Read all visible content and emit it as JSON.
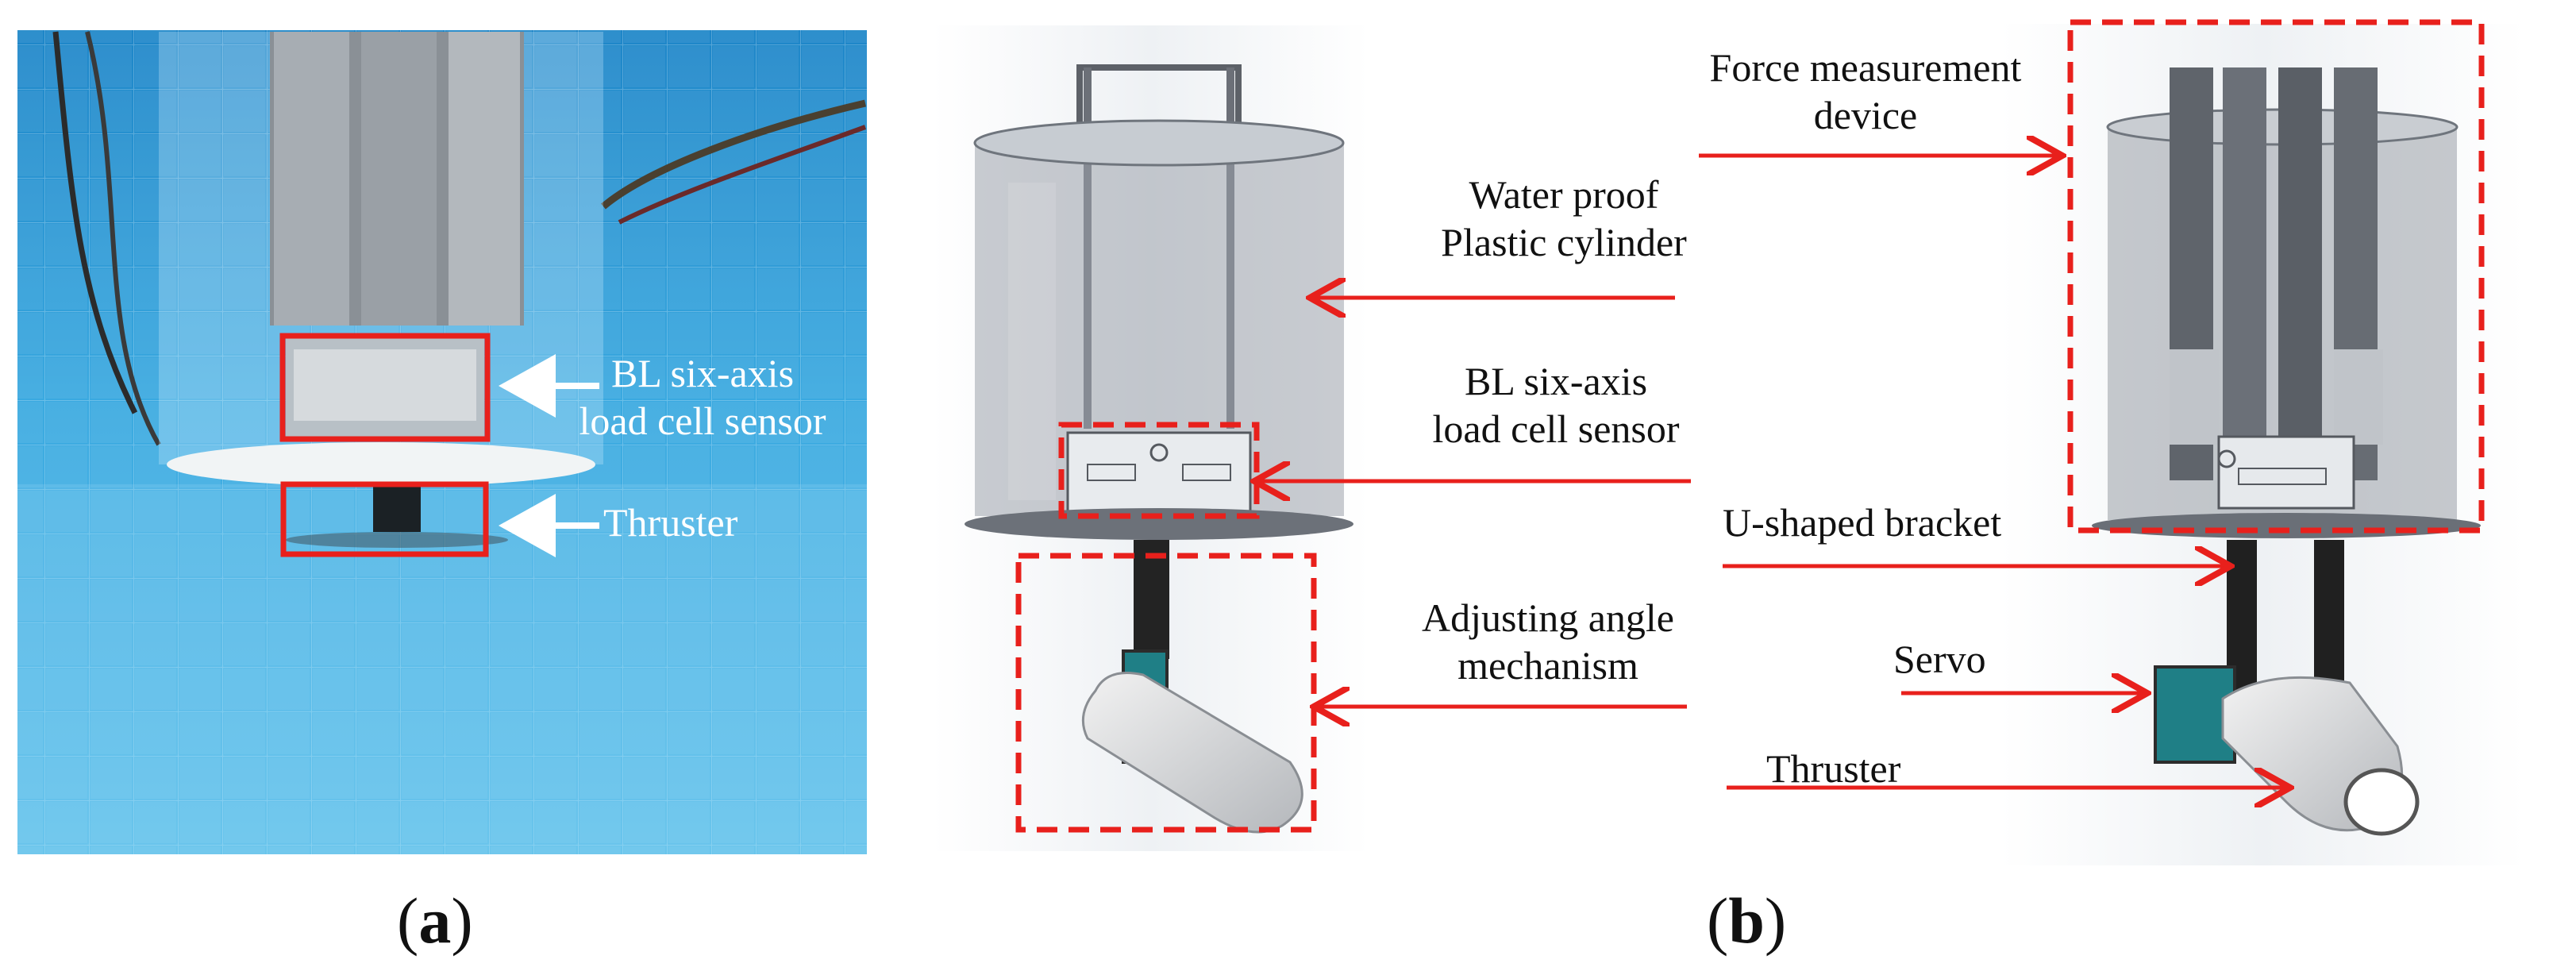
{
  "panel_a": {
    "caption_open": "(",
    "caption_letter": "a",
    "caption_close": ")",
    "labels": {
      "load_cell_line1": "BL six-axis",
      "load_cell_line2": "load cell sensor",
      "thruster": "Thruster"
    }
  },
  "panel_b": {
    "caption_open": "(",
    "caption_letter": "b",
    "caption_close": ")",
    "labels": {
      "force_line1": "Force measurement",
      "force_line2": "device",
      "cylinder_line1": "Water proof",
      "cylinder_line2": "Plastic cylinder",
      "load_cell_line1": "BL six-axis",
      "load_cell_line2": "load cell sensor",
      "bracket": "U-shaped bracket",
      "adjusting_line1": "Adjusting angle",
      "adjusting_line2": "mechanism",
      "servo": "Servo",
      "thruster": "Thruster"
    }
  },
  "colors": {
    "annotation_red": "#e8201c",
    "pool_blue": "#2f9fd8",
    "servo_teal": "#1f7f86",
    "housing_gray": "#9aa0a8"
  }
}
